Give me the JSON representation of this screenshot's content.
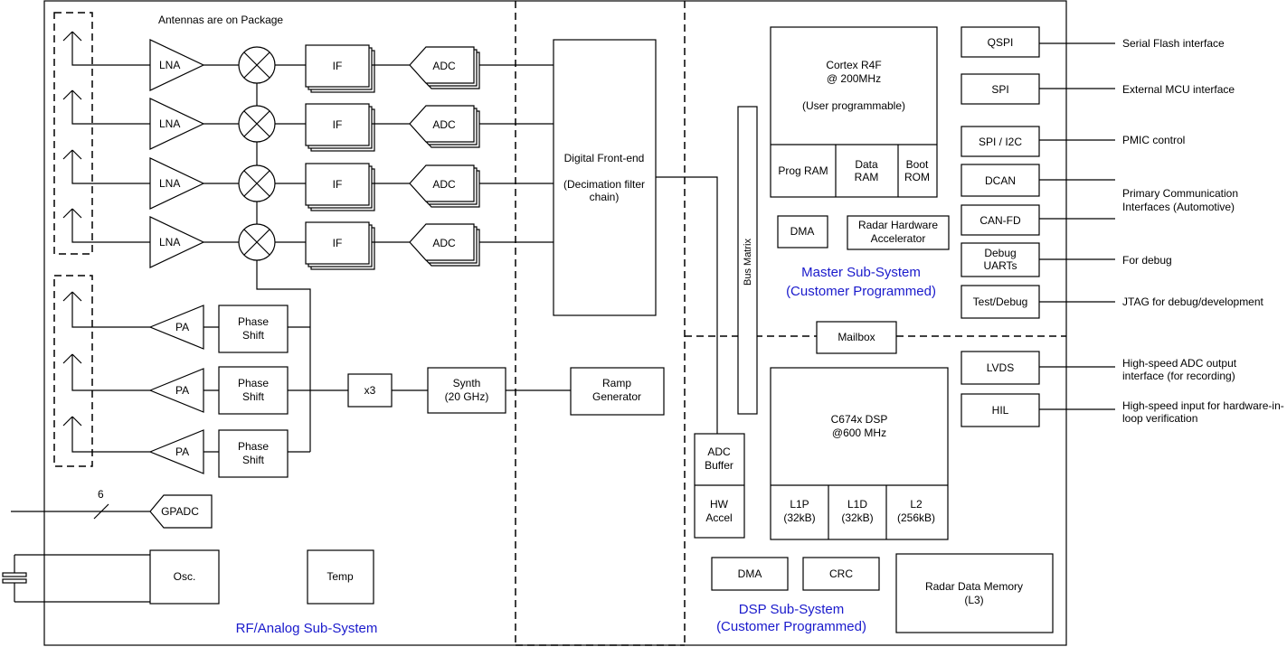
{
  "antennas_label": "Antennas are on Package",
  "lna": "LNA",
  "if": "IF",
  "adc": "ADC",
  "pa": "PA",
  "phase_shift": [
    "Phase",
    "Shift"
  ],
  "x3": "x3",
  "synth": [
    "Synth",
    "(20 GHz)"
  ],
  "ramp": [
    "Ramp",
    "Generator"
  ],
  "dfe": [
    "Digital Front-end",
    "(Decimation filter",
    "chain)"
  ],
  "gpadc": "GPADC",
  "gpadc_bus_width": "6",
  "osc": "Osc.",
  "temp": "Temp",
  "rf_label": "RF/Analog Sub-System",
  "adc_buffer": [
    "ADC",
    "Buffer"
  ],
  "hw_accel": [
    "HW",
    "Accel"
  ],
  "bus_matrix": "Bus Matrix",
  "cortex": [
    "Cortex R4F",
    "@ 200MHz",
    "(User programmable)"
  ],
  "prog_ram": "Prog RAM",
  "data_ram": [
    "Data",
    "RAM"
  ],
  "boot_rom": [
    "Boot",
    "ROM"
  ],
  "dma": "DMA",
  "radar_hwa": [
    "Radar Hardware",
    "Accelerator"
  ],
  "master_label": [
    "Master Sub-System",
    "(Customer Programmed)"
  ],
  "mailbox": "Mailbox",
  "dsp": [
    "C674x DSP",
    "@600 MHz"
  ],
  "l1p": [
    "L1P",
    "(32kB)"
  ],
  "l1d": [
    "L1D",
    "(32kB)"
  ],
  "l2": [
    "L2",
    "(256kB)"
  ],
  "dsp_dma": "DMA",
  "crc": "CRC",
  "radar_mem": [
    "Radar Data Memory",
    "(L3)"
  ],
  "dsp_label": [
    "DSP Sub-System",
    "(Customer Programmed)"
  ],
  "qspi": "QSPI",
  "spi": "SPI",
  "spi_i2c": "SPI / I2C",
  "dcan": "DCAN",
  "canfd": "CAN-FD",
  "debug_uarts": [
    "Debug",
    "UARTs"
  ],
  "test_debug": "Test/Debug",
  "lvds": "LVDS",
  "hil": "HIL",
  "ext": {
    "serial_flash": "Serial Flash interface",
    "ext_mcu": "External MCU interface",
    "pmic": "PMIC control",
    "primary_comm": [
      "Primary Communication",
      "Interfaces (Automotive)"
    ],
    "for_debug": "For debug",
    "jtag": "JTAG for debug/development",
    "hs_adc": [
      "High-speed ADC output",
      "interface (for recording)"
    ],
    "hs_input": [
      "High-speed input for hardware-in-",
      "loop verification"
    ]
  }
}
